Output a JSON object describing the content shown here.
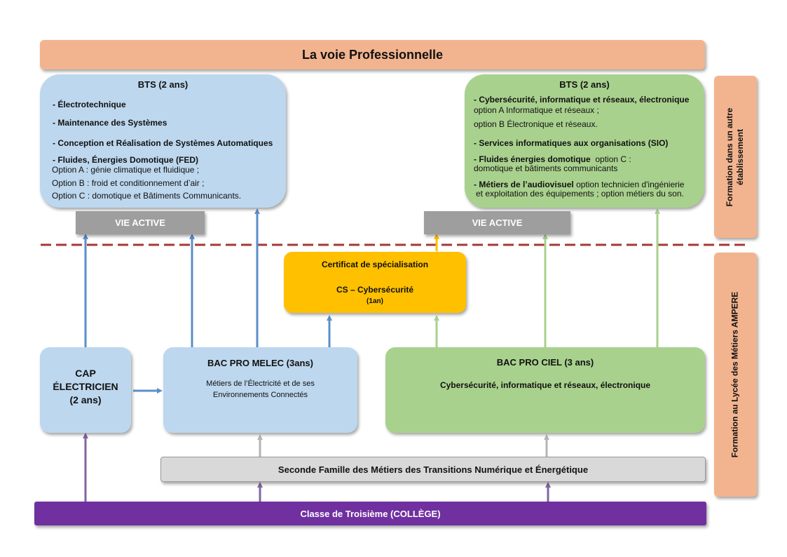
{
  "header": {
    "title": "La voie Professionnelle"
  },
  "bts_left": {
    "title": "BTS (2 ans)",
    "items": [
      "- Électrotechnique",
      "- Maintenance des Systèmes",
      "- Conception et Réalisation de Systèmes Automatiques",
      "- Fluides, Énergies Domotique (FED)"
    ],
    "options": [
      "Option A : génie climatique et fluidique ;",
      "Option B : froid et conditionnement d’air ;",
      "Option C : domotique et Bâtiments Communicants."
    ]
  },
  "bts_right": {
    "title": "BTS (2 ans)",
    "item1_title": "- Cybersécurité, informatique et réseaux, électronique",
    "item1_line2": "option A Informatique et réseaux ;",
    "item1_line3": "option B Électronique et réseaux.",
    "item2": "- Services informatiques aux organisations (SIO)",
    "item3_bold": "- Fluides énergies domotique",
    "item3_rest": "option C :",
    "item3_line2": "domotique et bâtiments communicants",
    "item4_bold": "- Métiers de l’audiovisuel",
    "item4_rest": "option technicien d'ingénierie",
    "item4_line2": "et exploitation des équipements ; option métiers du son."
  },
  "vie_active_left": "VIE ACTIVE",
  "vie_active_right": "VIE ACTIVE",
  "cs": {
    "line1": "Certificat de spécialisation",
    "line2": "CS – Cybersécurité",
    "line3": "(1an)"
  },
  "cap": {
    "line1": "CAP",
    "line2": "ÉLECTRICIEN",
    "line3": "(2 ans)"
  },
  "bac_melec": {
    "title": "BAC PRO MELEC (3ans)",
    "line1": "Métiers de l’Électricité et de ses",
    "line2": "Environnements Connectés"
  },
  "bac_ciel": {
    "title": "BAC PRO CIEL (3 ans)",
    "subtitle": "Cybersécurité, informatique et réseaux, électronique"
  },
  "seconde": "Seconde Famille des Métiers des Transitions Numérique et Énergétique",
  "troisieme": "Classe de Troisième (COLLÈGE)",
  "side_top": {
    "line1": "Formation  dans un autre",
    "line2": "établissement"
  },
  "side_bottom": "Formation au Lycée des Métiers AMPERE",
  "colors": {
    "orange_header": "#f2b48f",
    "blue_box": "#bdd7ee",
    "green_box": "#a9d18e",
    "gray_label": "#9e9e9e",
    "yellow_cs": "#ffc000",
    "purple_bar": "#7030a0",
    "light_gray": "#d9d9d9",
    "blue_arrow": "#5b8fc9",
    "green_arrow": "#a9d18e",
    "dashed_line": "#a33a36"
  }
}
